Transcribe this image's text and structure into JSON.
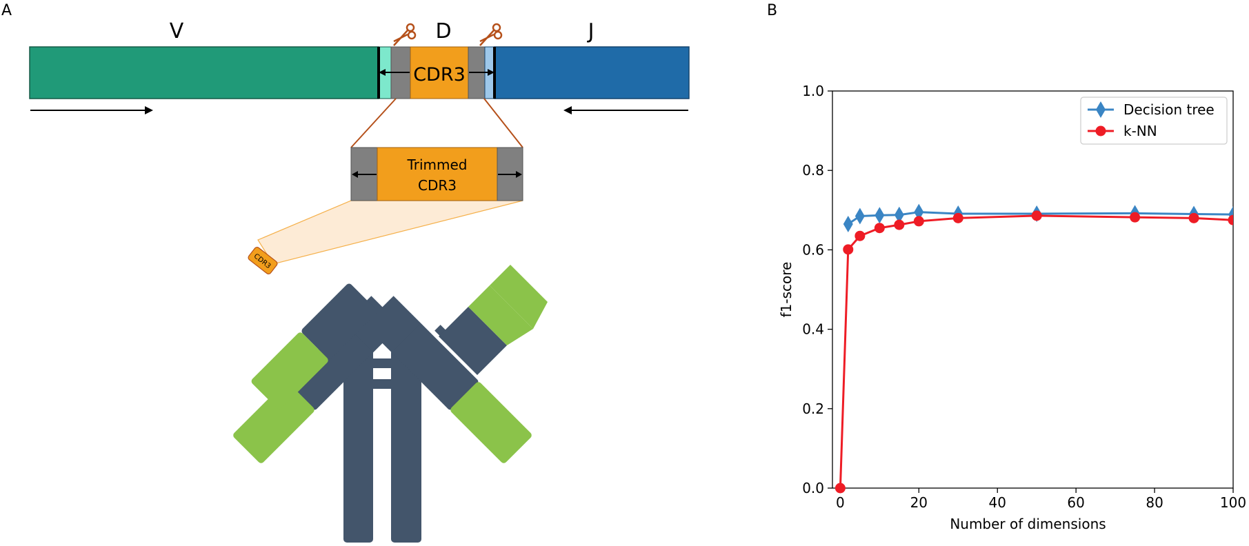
{
  "panel_a": {
    "label": "A",
    "segments": {
      "v": "V",
      "d": "D",
      "j": "J"
    },
    "cdr3_label": "CDR3",
    "trimmed_label_line1": "Trimmed",
    "trimmed_label_line2": "CDR3",
    "antibody_cdr3_label": "CDR3",
    "colors": {
      "v_segment": "#209a78",
      "j_segment": "#1f6ba8",
      "cdr3": "#f29e1c",
      "trim": "#808080",
      "v_edge": "#7de8cc",
      "j_edge": "#9ec8ea",
      "connector": "#b5501a",
      "antibody_body": "#43556b",
      "antibody_variable": "#8bc34a"
    }
  },
  "panel_b": {
    "label": "B"
  },
  "chart_data": {
    "type": "line",
    "xlabel": "Number of dimensions",
    "ylabel": "f1-score",
    "xlim": [
      -2,
      100
    ],
    "ylim": [
      0,
      1.0
    ],
    "xticks": [
      "0",
      "20",
      "40",
      "60",
      "80",
      "100"
    ],
    "xtick_values": [
      0,
      20,
      40,
      60,
      80,
      100
    ],
    "yticks": [
      "0.0",
      "0.2",
      "0.4",
      "0.6",
      "0.8",
      "1.0"
    ],
    "ytick_values": [
      0,
      0.2,
      0.4,
      0.6,
      0.8,
      1.0
    ],
    "grid": false,
    "legend_position": "top-right",
    "series": [
      {
        "name": "Decision tree",
        "color": "#3a85c4",
        "marker": "diamond",
        "x": [
          2,
          5,
          10,
          15,
          20,
          30,
          50,
          75,
          90,
          100
        ],
        "y": [
          0.665,
          0.685,
          0.687,
          0.688,
          0.695,
          0.691,
          0.691,
          0.692,
          0.69,
          0.689
        ]
      },
      {
        "name": "k-NN",
        "color": "#ee1c25",
        "marker": "circle",
        "x": [
          0,
          2,
          5,
          10,
          15,
          20,
          30,
          50,
          75,
          90,
          100
        ],
        "y": [
          0.0,
          0.601,
          0.635,
          0.655,
          0.663,
          0.672,
          0.68,
          0.686,
          0.682,
          0.68,
          0.675
        ]
      }
    ]
  }
}
